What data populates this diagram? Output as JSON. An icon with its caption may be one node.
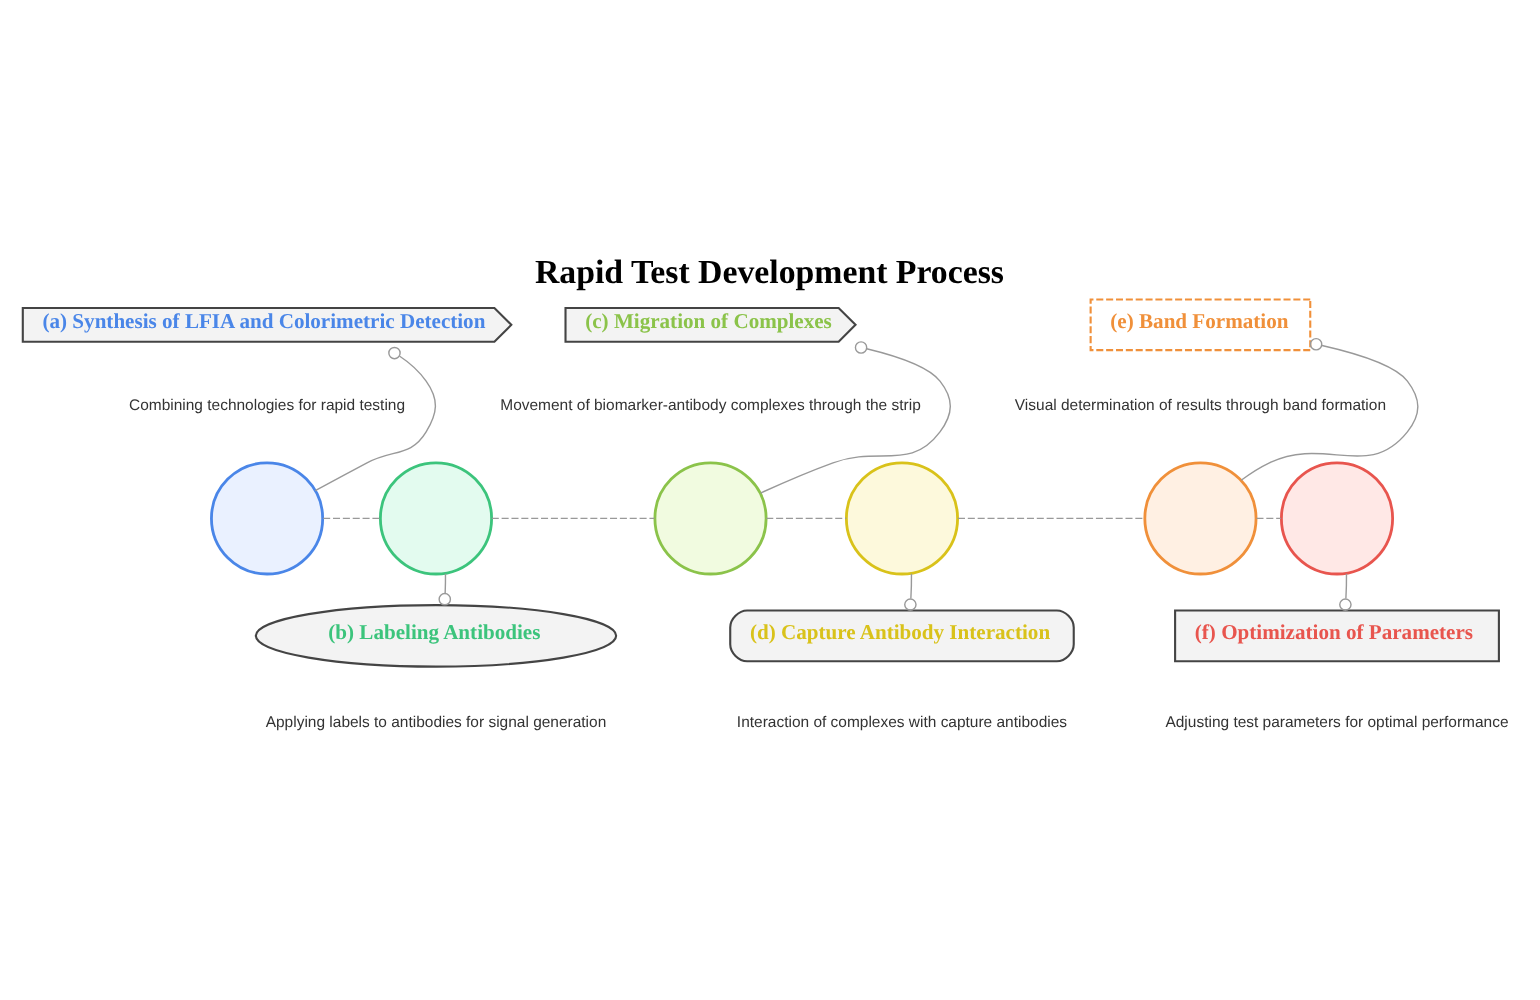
{
  "diagram": {
    "title": "Rapid Test Development Process",
    "nodes": [
      {
        "text": [
          "(a) Synthesis of LFIA and Colorimetric Detection"
        ],
        "beside": [
          "Combining technologies for rapid testing"
        ]
      },
      {
        "text": [
          "(b) Labeling Antibodies"
        ],
        "beside": [
          "Applying labels to antibodies for signal generation"
        ]
      },
      {
        "text": [
          "(c) Migration of Complexes"
        ],
        "beside": [
          "Movement of biomarker-antibody complexes through the strip"
        ]
      },
      {
        "text": [
          "(d) Capture Antibody Interaction"
        ],
        "beside": [
          "Interaction of complexes with capture antibodies"
        ]
      },
      {
        "text": [
          "(e) Band Formation"
        ],
        "beside": [
          "Visual determination of results through band formation"
        ]
      },
      {
        "text": [
          "(f) Optimization of Parameters"
        ],
        "beside": [
          "Adjusting test parameters for optimal performance"
        ]
      },
      {
        "text": [],
        "shape": "circle"
      },
      {
        "text": [],
        "shape": "circle"
      },
      {
        "text": [],
        "shape": "circle"
      },
      {
        "text": [],
        "shape": "circle"
      },
      {
        "text": [],
        "shape": "circle"
      },
      {
        "text": [],
        "shape": "circle"
      }
    ],
    "edges": [
      {
        "from": 6,
        "to": 0,
        "arrow": "other"
      },
      {
        "from": 7,
        "to": 1,
        "arrow": "other"
      },
      {
        "from": 8,
        "to": 2,
        "arrow": "other"
      },
      {
        "from": 9,
        "to": 3,
        "arrow": "other"
      },
      {
        "from": 10,
        "to": 4,
        "arrow": "other"
      },
      {
        "from": 11,
        "to": 5,
        "arrow": "other"
      },
      {
        "from": 6,
        "to": 7,
        "arrow": "none",
        "style": "dashed"
      },
      {
        "from": 7,
        "to": 8,
        "arrow": "none",
        "style": "dashed"
      },
      {
        "from": 8,
        "to": 9,
        "arrow": "none",
        "style": "dashed"
      },
      {
        "from": 9,
        "to": 10,
        "arrow": "none",
        "style": "dashed"
      },
      {
        "from": 10,
        "to": 11,
        "arrow": "none",
        "style": "dashed"
      }
    ]
  }
}
